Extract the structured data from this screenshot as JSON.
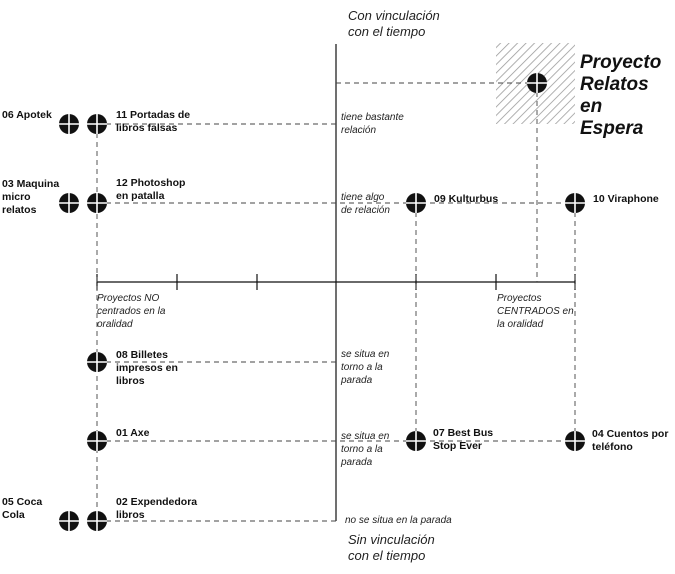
{
  "axes": {
    "top": "Con vinculación\ncon el tiempo",
    "bottom": "Sin vinculación\ncon el tiempo",
    "left": "Proyectos NO\ncentrados en la\noralidad",
    "right": "Proyectos\nCENTRADOS en\nla oralidad"
  },
  "levels": {
    "l1": "tiene bastante\nrelación",
    "l2": "tiene algo\nde relación",
    "l3": "se situa en\ntorno a la\nparada",
    "l4": "se situa en\ntorno a la\nparada",
    "l5": "no se situa en la parada"
  },
  "featured": "Proyecto\nRelatos en\nEspera",
  "projects": {
    "p06": "06 Apotek",
    "p11": "11 Portadas de\nlibros falsas",
    "p03": "03 Maquina\nmicro\nrelatos",
    "p12": "12 Photoshop\nen patalla",
    "p09": "09 Kulturbus",
    "p10": "10 Viraphone",
    "p08": "08 Billetes\nimpresos en\nlibros",
    "p01": "01 Axe",
    "p07": "07 Best Bus\nStop Ever",
    "p04": "04 Cuentos por\nteléfono",
    "p05": "05 Coca\nCola",
    "p02": "02 Expendedora\nlibros"
  }
}
